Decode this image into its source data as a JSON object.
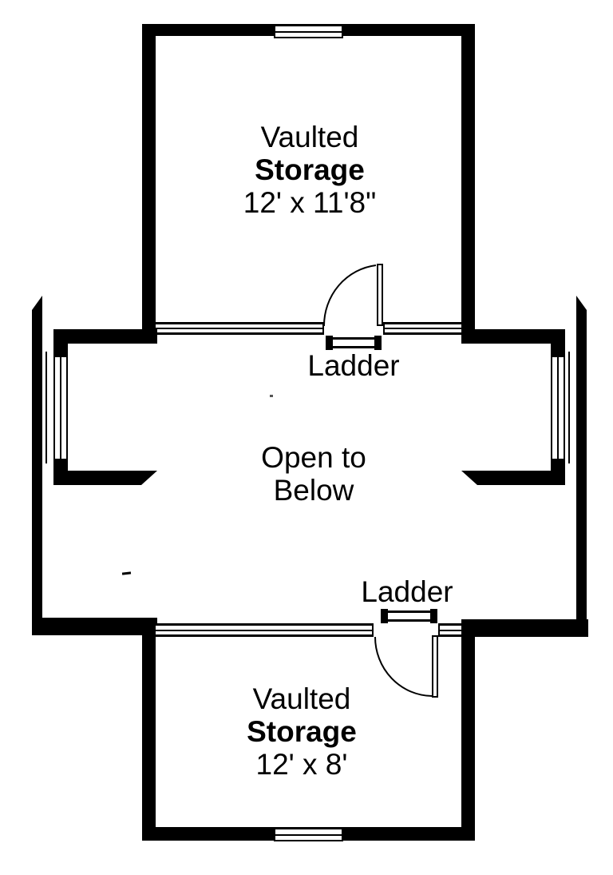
{
  "colors": {
    "wall": "#000000",
    "background": "#ffffff"
  },
  "top_room": {
    "label_line1": "Vaulted",
    "label_line2": "Storage",
    "dimensions": "12' x 11'8\""
  },
  "middle_area": {
    "label_line1": "Open to",
    "label_line2": "Below",
    "top_ladder_label": "Ladder",
    "bottom_ladder_label": "Ladder"
  },
  "bottom_room": {
    "label_line1": "Vaulted",
    "label_line2": "Storage",
    "dimensions": "12' x 8'"
  }
}
